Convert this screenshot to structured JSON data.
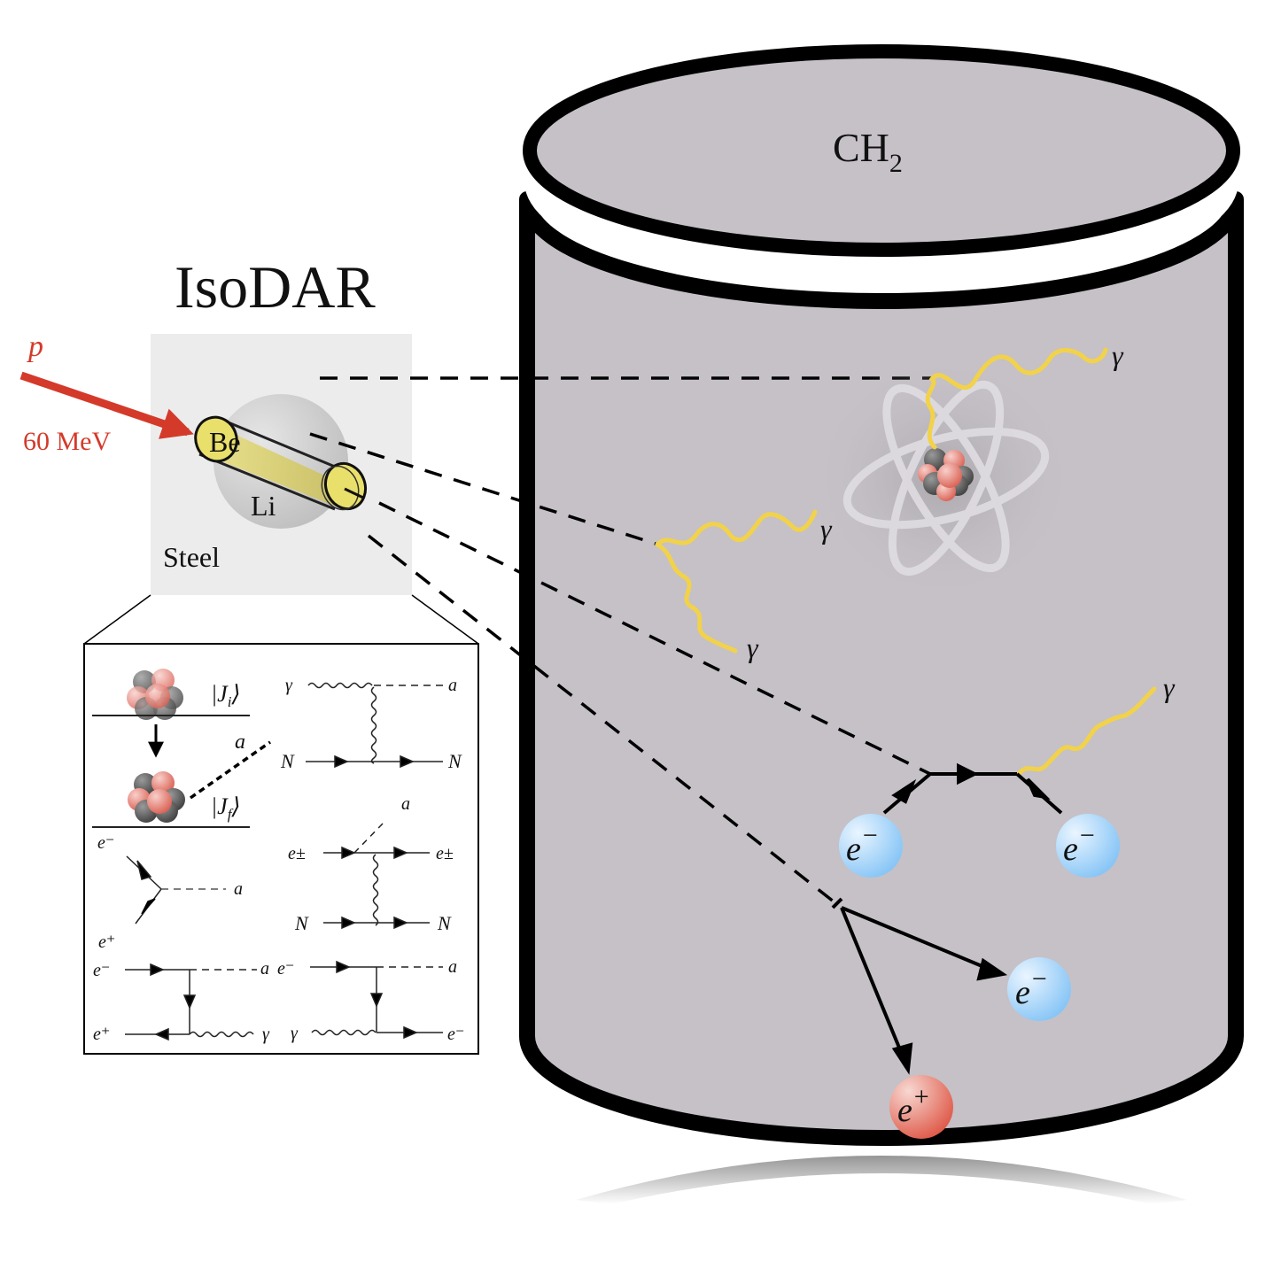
{
  "title": "IsoDAR",
  "source": {
    "particle_label": "p",
    "energy_label": "60 MeV",
    "target_label": "Be",
    "sleeve_label": "Li",
    "shield_label": "Steel"
  },
  "detector": {
    "material_main": "CH",
    "material_subscript": "2"
  },
  "inset": {
    "nuclear_transition": {
      "initial_state": "|J",
      "initial_sub": "i",
      "final_state": "|J",
      "final_sub": "f",
      "ket_close": "⟩",
      "emitted": "a"
    },
    "primakoff": {
      "in_photon": "γ",
      "out_axion": "a",
      "nucleon_in": "N",
      "nucleon_out": "N"
    },
    "annihilation": {
      "electron": "e⁻",
      "positron": "e⁺",
      "out_axion": "a"
    },
    "bremsstrahlung": {
      "lepton_in": "e±",
      "lepton_out": "e±",
      "out_axion": "a",
      "nucleon_in": "N",
      "nucleon_out": "N"
    },
    "associated": {
      "electron": "e⁻",
      "positron": "e⁺",
      "out_axion": "a",
      "out_photon": "γ"
    },
    "compton": {
      "electron_in": "e⁻",
      "photon_in": "γ",
      "out_axion": "a",
      "electron_out": "e⁻"
    }
  },
  "detection": {
    "decay_gamma_1": "γ",
    "decay_gamma_2": "γ",
    "inverse_primakoff_gamma": "γ",
    "compton_gamma": "γ",
    "compton_electron_in": "e",
    "compton_electron_out": "e",
    "pair_electron": "e",
    "pair_positron": "e",
    "minus": "−",
    "plus": "+"
  },
  "colors": {
    "proton_beam": "#d43a2a",
    "target_yellow": "#e8dc6a",
    "detector_fill": "#c5c1c7",
    "photon_yellow": "#f2d24a",
    "electron_blue": "#8ecaf7",
    "positron_red": "#e06050",
    "shield_gray": "#ececec"
  }
}
